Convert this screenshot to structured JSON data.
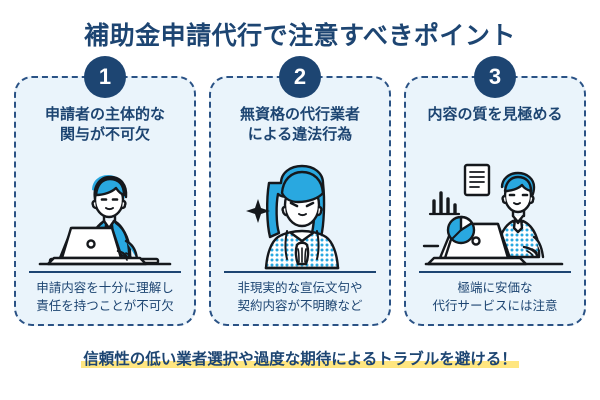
{
  "title": "補助金申請代行で注意すべきポイント",
  "background_color": "#ffffff",
  "colors": {
    "navy": "#1d4572",
    "card_background": "#eaf4fb",
    "card_border": "#2a5285",
    "badge_background": "#1d4572",
    "badge_text": "#ffffff",
    "highlight_yellow": "#ffe680",
    "illustration_blue": "#29a8e0"
  },
  "cards": [
    {
      "badge": "1",
      "heading": "申請者の主体的な\n関与が不可欠",
      "illustration": "businessman-at-laptop-icon",
      "footer": "申請内容を十分に理解し\n責任を持つことが不可欠"
    },
    {
      "badge": "2",
      "heading": "無資格の代行業者\nによる違法行為",
      "illustration": "woman-with-sparkle-icon",
      "footer": "非現実的な宣伝文句や\n契約内容が不明瞭など"
    },
    {
      "badge": "3",
      "heading": "内容の質を見極める",
      "illustration": "man-with-charts-laptop-icon",
      "footer": "極端に安価な\n代行サービスには注意"
    }
  ],
  "bottom_banner": {
    "text": "信頼性の低い業者選択や過度な期待によるトラブルを避ける！"
  }
}
